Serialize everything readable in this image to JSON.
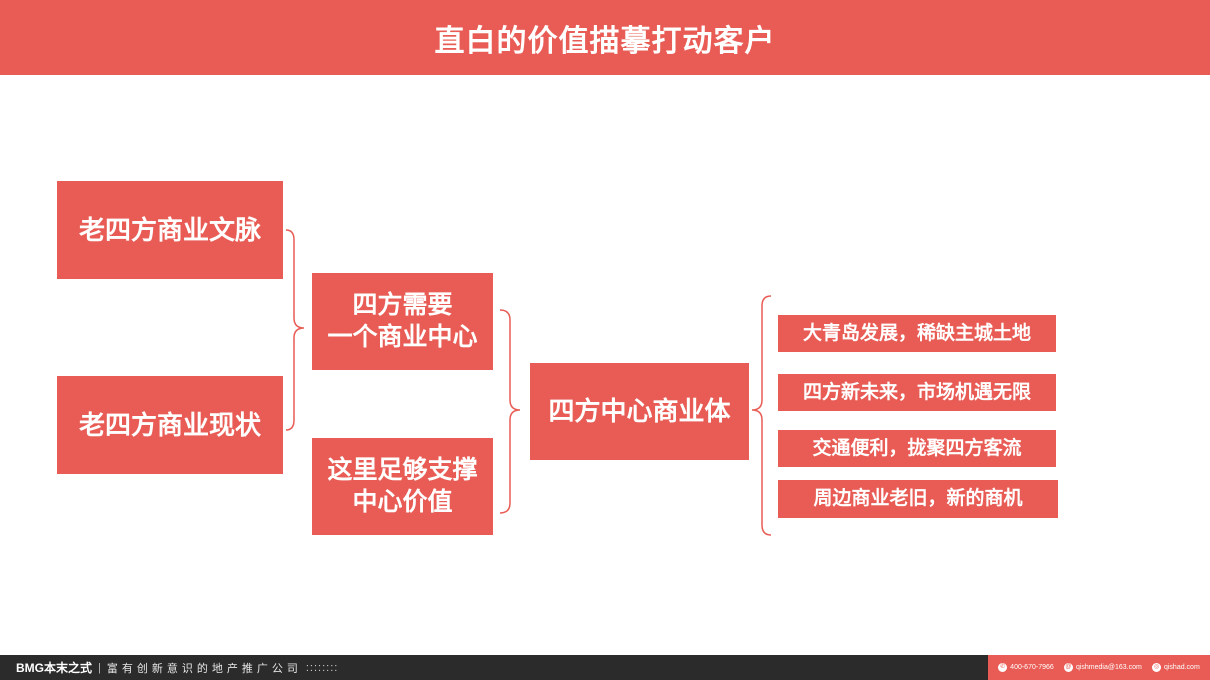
{
  "header": {
    "title": "直白的价值描摹打动客户"
  },
  "diagram": {
    "level1": [
      {
        "label": "老四方商业文脉"
      },
      {
        "label": "老四方商业现状"
      }
    ],
    "level2": [
      {
        "line1": "四方需要",
        "line2": "一个商业中心"
      },
      {
        "line1": "这里足够支撑",
        "line2": "中心价值"
      }
    ],
    "center": {
      "label": "四方中心商业体"
    },
    "reasons": [
      {
        "label": "大青岛发展，稀缺主城土地"
      },
      {
        "label": "四方新未来，市场机遇无限"
      },
      {
        "label": "交通便利，拢聚四方客流"
      },
      {
        "label": "周边商业老旧，新的商机"
      }
    ]
  },
  "colors": {
    "accent": "#e85c55",
    "footer_bg": "#2b2b2b"
  },
  "footer": {
    "brand": "BMG本末之式",
    "slogan": "富有创新意识的地产推广公司",
    "dots": "::::::::",
    "phone": "400-670-7966",
    "phone_icon": "phone-icon",
    "email": "qishmedia@163.com",
    "email_icon": "email-icon",
    "website": "qishad.com",
    "website_icon": "globe-icon"
  }
}
